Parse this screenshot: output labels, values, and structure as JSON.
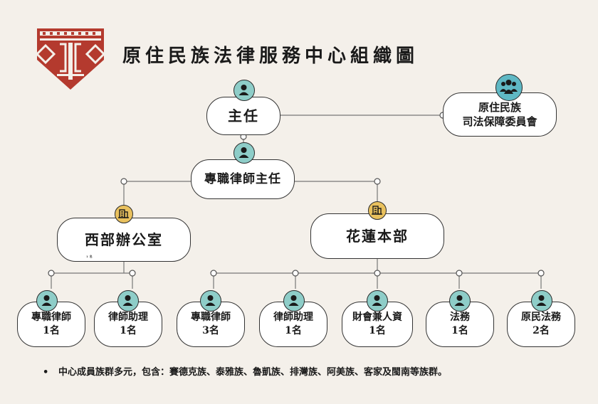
{
  "title": "原住民族法律服務中心組織圖",
  "accent_colors": {
    "person_icon": "#8ecdc8",
    "office_icon": "#e9c15e",
    "logo": "#b43a2e"
  },
  "nodes": {
    "director": {
      "main": "主任",
      "icon": "person-icon"
    },
    "committee": {
      "main": "原住民族",
      "sub": "司法保障委員會",
      "icon": "group-icon"
    },
    "chief_lawyer": {
      "main": "專職律師主任",
      "icon": "person-icon"
    },
    "west_office": {
      "main": "西部辦公室",
      "note": "1名",
      "icon": "office-building-icon"
    },
    "hualien": {
      "main": "花蓮本部",
      "icon": "office-building-icon"
    },
    "w_lawyer": {
      "main": "專職律師",
      "sub": "1名",
      "icon": "person-icon"
    },
    "w_assistant": {
      "main": "律師助理",
      "sub": "1名",
      "icon": "person-icon"
    },
    "h_lawyer": {
      "main": "專職律師",
      "sub": "3名",
      "icon": "person-icon"
    },
    "h_assistant": {
      "main": "律師助理",
      "sub": "1名",
      "icon": "person-icon"
    },
    "h_accounting": {
      "main": "財會兼人資",
      "sub": "1名",
      "icon": "person-icon"
    },
    "h_legal": {
      "main": "法務",
      "sub": "1名",
      "icon": "person-icon"
    },
    "h_indigenous_legal": {
      "main": "原民法務",
      "sub": "2名",
      "icon": "person-icon"
    }
  },
  "note": {
    "bullet": "•",
    "text": "中心成員族群多元，包含：賽德克族、泰雅族、魯凱族、排灣族、阿美族、客家及閩南等族群。"
  }
}
